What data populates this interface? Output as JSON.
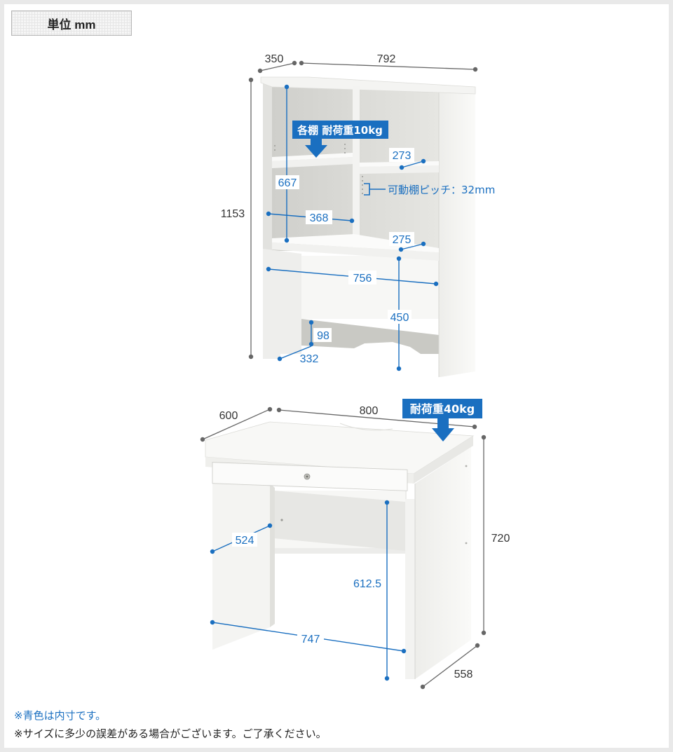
{
  "unit_label": "単位 mm",
  "hutch": {
    "depth": "350",
    "width": "792",
    "height": "1153",
    "shelf_load_label": "各棚 耐荷重10kg",
    "inner_left_height": "667",
    "left_inner_width": "368",
    "right_upper_depth": "273",
    "right_lower_depth": "275",
    "shelf_pitch": "可動棚ピッチ：32mm",
    "inner_bottom_width": "756",
    "leg_height": "450",
    "rear_panel_height": "98",
    "leg_depth": "332"
  },
  "desk": {
    "depth": "600",
    "width": "800",
    "load_label": "耐荷重40kg",
    "height": "720",
    "inner_depth": "524",
    "knee_height": "612.5",
    "inner_width": "747",
    "leg_depth": "558"
  },
  "notes": {
    "inner_dims": "※青色は内寸です。",
    "disclaimer": "※サイズに多少の誤差がある場合がございます。ご了承ください。"
  },
  "colors": {
    "dimension_inner": "#1a6fc0",
    "dimension_outer": "#666666",
    "badge": "#1a6fc0"
  }
}
